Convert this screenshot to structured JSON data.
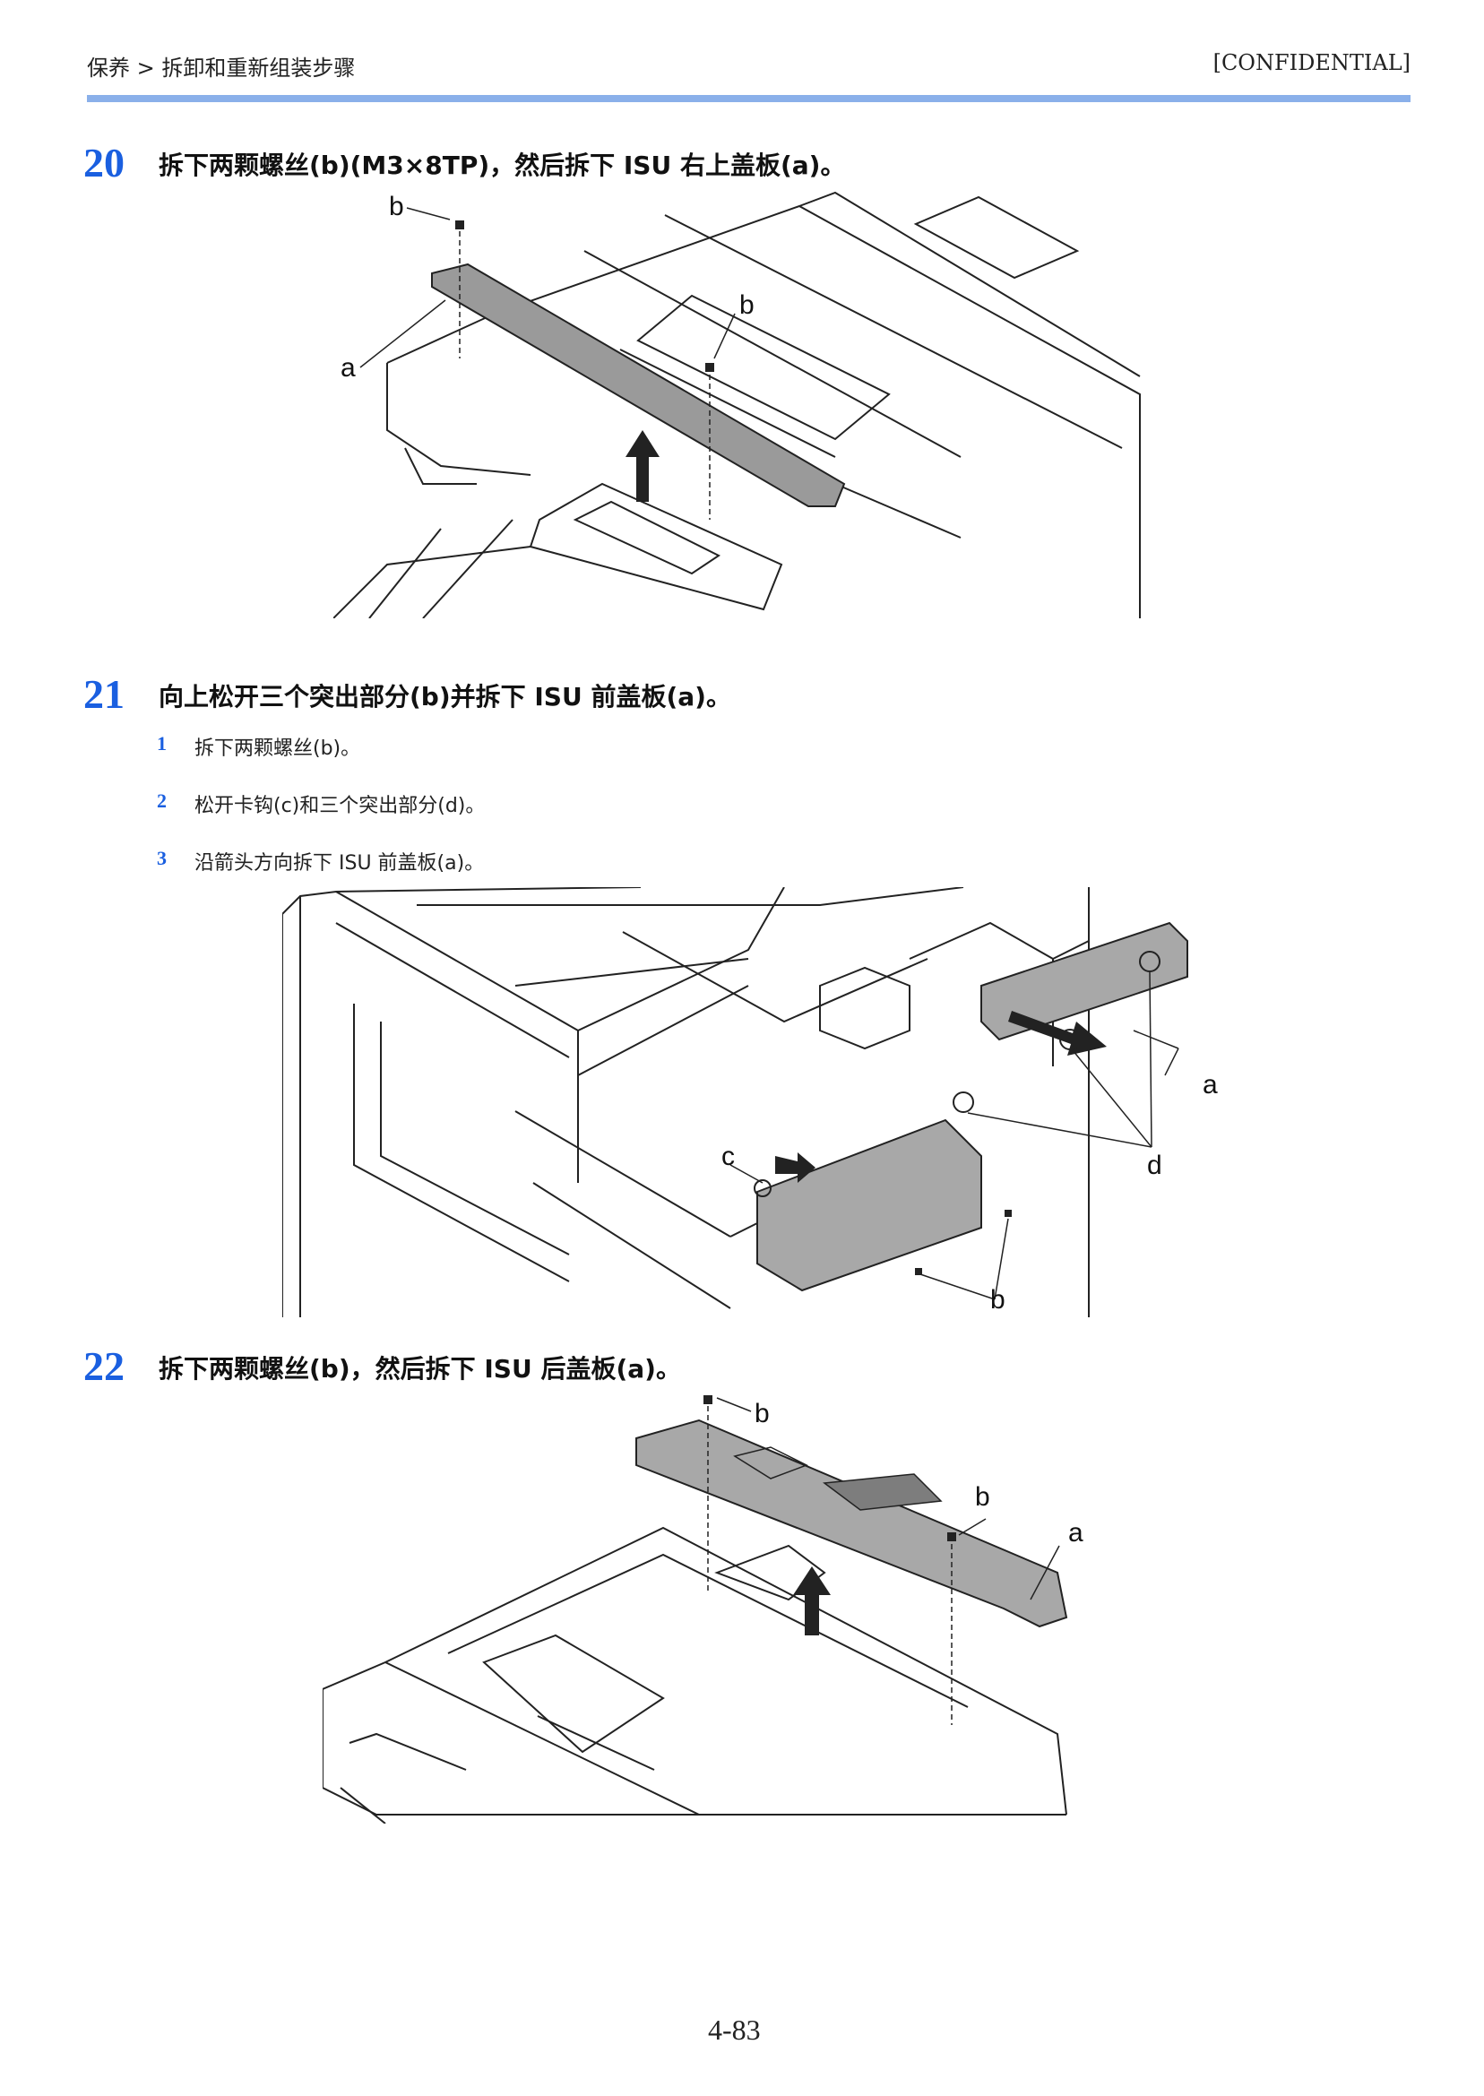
{
  "header": {
    "breadcrumb": "保养 > 拆卸和重新组装步骤",
    "confidential": "[CONFIDENTIAL]"
  },
  "steps": [
    {
      "number": "20",
      "title": "拆下两颗螺丝(b)(M3×8TP)，然后拆下 ISU 右上盖板(a)。",
      "figure_labels": [
        "b",
        "b",
        "a"
      ]
    },
    {
      "number": "21",
      "title": "向上松开三个突出部分(b)并拆下 ISU 前盖板(a)。",
      "substeps": [
        {
          "n": "1",
          "text": "拆下两颗螺丝(b)。"
        },
        {
          "n": "2",
          "text": "松开卡钩(c)和三个突出部分(d)。"
        },
        {
          "n": "3",
          "text": "沿箭头方向拆下 ISU 前盖板(a)。"
        }
      ],
      "figure_labels": [
        "a",
        "c",
        "d",
        "b"
      ]
    },
    {
      "number": "22",
      "title": "拆下两颗螺丝(b)，然后拆下 ISU 后盖板(a)。",
      "figure_labels": [
        "b",
        "b",
        "a"
      ]
    }
  ],
  "footer": {
    "page_number": "4-83"
  }
}
